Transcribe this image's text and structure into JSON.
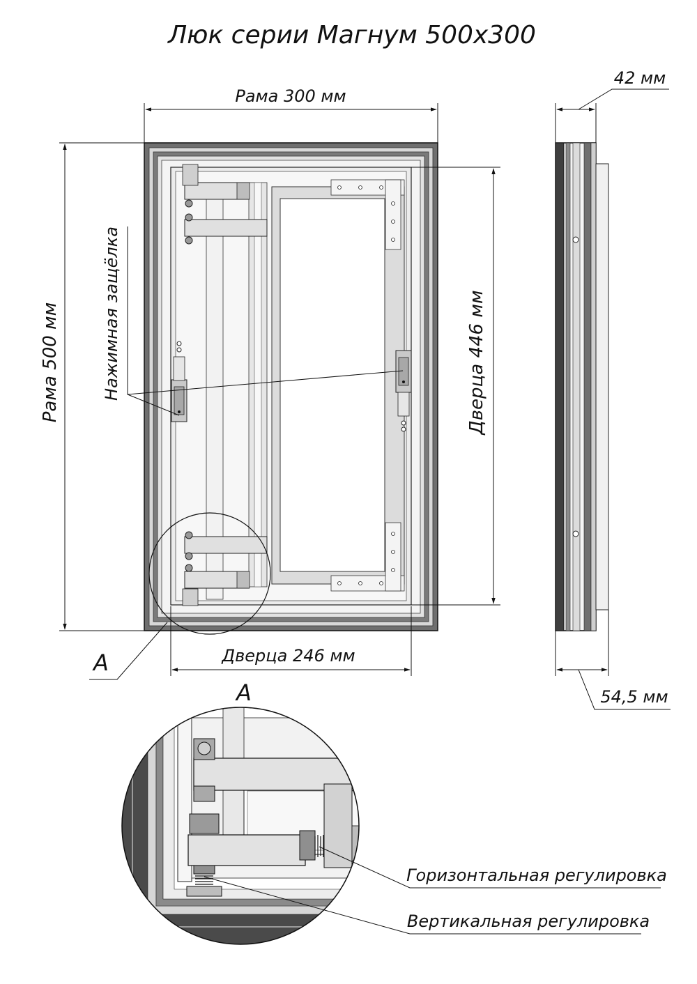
{
  "title": "Люк серии Магнум 500х300",
  "dimensions": {
    "frame_width": "Рама 300 мм",
    "frame_height": "Рама 500 мм",
    "door_height": "Дверца 446 мм",
    "door_width": "Дверца 246 мм",
    "depth_top": "42 мм",
    "depth_bottom": "54,5 мм"
  },
  "callouts": {
    "latch": "Нажимная защёлка",
    "section_marker": "А",
    "detail_title": "А",
    "horizontal_adjust": "Горизонтальная регулировка",
    "vertical_adjust": "Вертикальная регулировка"
  },
  "colors": {
    "outline": "#111111",
    "frame_dark": "#555555",
    "frame_mid": "#8a8a8a",
    "frame_light": "#d6d6d6",
    "panel_fill": "#eeeeee"
  }
}
